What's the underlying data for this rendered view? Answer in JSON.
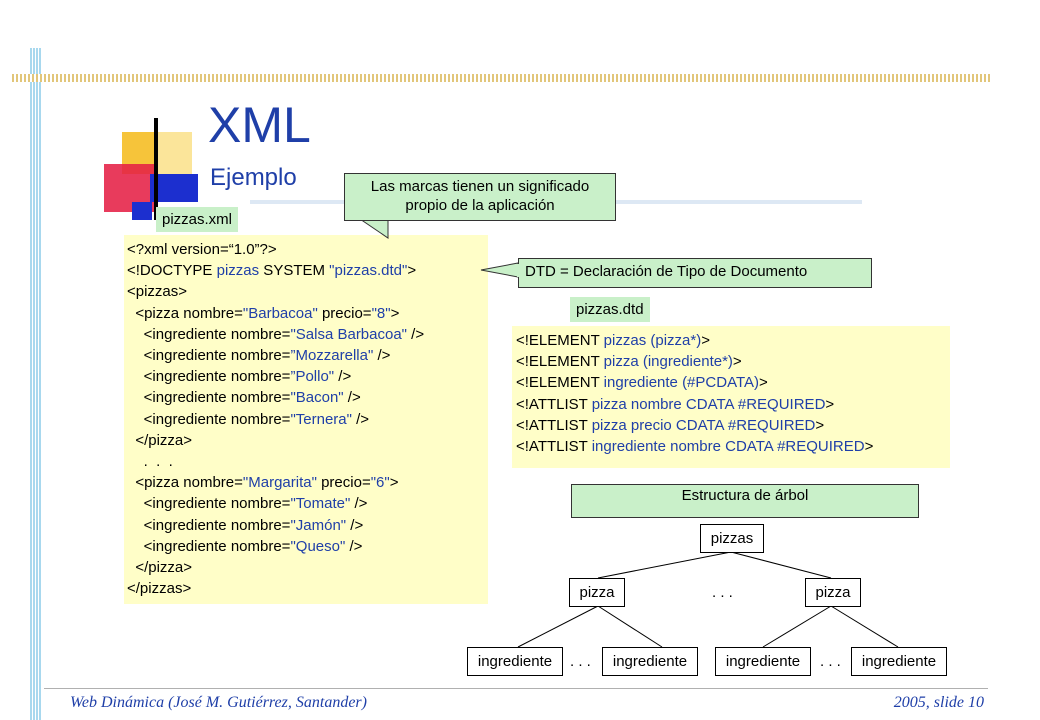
{
  "slide": {
    "title": "XML",
    "subtitle": "Ejemplo",
    "footer_left": "Web Dinámica (José M. Gutiérrez, Santander)",
    "footer_right": "2005, slide 10"
  },
  "xml_file": {
    "label": "pizzas.xml",
    "lines": [
      [
        {
          "t": "<?xml version=“1.0”?>",
          "b": false
        }
      ],
      [
        {
          "t": "<!DOCTYPE ",
          "b": false
        },
        {
          "t": "pizzas",
          "b": true
        },
        {
          "t": " SYSTEM ",
          "b": false
        },
        {
          "t": "\"pizzas.dtd\"",
          "b": true
        },
        {
          "t": ">",
          "b": false
        }
      ],
      [
        {
          "t": "<pizzas>",
          "b": false
        }
      ],
      [
        {
          "t": "  <pizza nombre=",
          "b": false
        },
        {
          "t": "\"Barbacoa\"",
          "b": true
        },
        {
          "t": " precio=",
          "b": false
        },
        {
          "t": "\"8\"",
          "b": true
        },
        {
          "t": ">",
          "b": false
        }
      ],
      [
        {
          "t": "    <ingrediente nombre=",
          "b": false
        },
        {
          "t": "\"Salsa Barbacoa\"",
          "b": true
        },
        {
          "t": " />",
          "b": false
        }
      ],
      [
        {
          "t": "    <ingrediente nombre=",
          "b": false
        },
        {
          "t": "”Mozzarella\"",
          "b": true
        },
        {
          "t": " />",
          "b": false
        }
      ],
      [
        {
          "t": "    <ingrediente nombre=",
          "b": false
        },
        {
          "t": "”Pollo\"",
          "b": true
        },
        {
          "t": " />",
          "b": false
        }
      ],
      [
        {
          "t": "    <ingrediente nombre=",
          "b": false
        },
        {
          "t": "\"Bacon\"",
          "b": true
        },
        {
          "t": " />",
          "b": false
        }
      ],
      [
        {
          "t": "    <ingrediente nombre=",
          "b": false
        },
        {
          "t": "\"Ternera\"",
          "b": true
        },
        {
          "t": " />",
          "b": false
        }
      ],
      [
        {
          "t": "  </pizza>",
          "b": false
        }
      ],
      [
        {
          "t": "    .  .  .",
          "b": false
        }
      ],
      [
        {
          "t": "  <pizza nombre=",
          "b": false
        },
        {
          "t": "\"Margarita\"",
          "b": true
        },
        {
          "t": " precio=",
          "b": false
        },
        {
          "t": "\"6\"",
          "b": true
        },
        {
          "t": ">",
          "b": false
        }
      ],
      [
        {
          "t": "    <ingrediente nombre=",
          "b": false
        },
        {
          "t": "\"Tomate\"",
          "b": true
        },
        {
          "t": " />",
          "b": false
        }
      ],
      [
        {
          "t": "    <ingrediente nombre=",
          "b": false
        },
        {
          "t": "\"Jamón\"",
          "b": true
        },
        {
          "t": " />",
          "b": false
        }
      ],
      [
        {
          "t": "    <ingrediente nombre=",
          "b": false
        },
        {
          "t": "\"Queso\"",
          "b": true
        },
        {
          "t": " />",
          "b": false
        }
      ],
      [
        {
          "t": "  </pizza>",
          "b": false
        }
      ],
      [
        {
          "t": "</pizzas>",
          "b": false
        }
      ]
    ]
  },
  "dtd_file": {
    "label": "pizzas.dtd",
    "lines": [
      [
        {
          "t": "<!ELEMENT ",
          "b": false
        },
        {
          "t": "pizzas (pizza*)",
          "b": true
        },
        {
          "t": ">",
          "b": false
        }
      ],
      [
        {
          "t": "<!ELEMENT ",
          "b": false
        },
        {
          "t": "pizza (ingrediente*)",
          "b": true
        },
        {
          "t": ">",
          "b": false
        }
      ],
      [
        {
          "t": "<!ELEMENT ",
          "b": false
        },
        {
          "t": "ingrediente (#PCDATA)",
          "b": true
        },
        {
          "t": ">",
          "b": false
        }
      ],
      [
        {
          "t": "<!ATTLIST ",
          "b": false
        },
        {
          "t": "pizza nombre CDATA #REQUIRED",
          "b": true
        },
        {
          "t": ">",
          "b": false
        }
      ],
      [
        {
          "t": "<!ATTLIST ",
          "b": false
        },
        {
          "t": "pizza precio CDATA #REQUIRED",
          "b": true
        },
        {
          "t": ">",
          "b": false
        }
      ],
      [
        {
          "t": "<!ATTLIST ",
          "b": false
        },
        {
          "t": "ingrediente nombre CDATA #REQUIRED",
          "b": true
        },
        {
          "t": ">",
          "b": false
        }
      ]
    ]
  },
  "callouts": {
    "marcas_line1": "Las marcas tienen un significado",
    "marcas_line2": "propio de la aplicación",
    "dtd": "DTD = Declaración de Tipo de Documento"
  },
  "tree": {
    "header": "Estructura de árbol",
    "root": "pizzas",
    "child": "pizza",
    "leaf": "ingrediente",
    "ellipsis": ". . ."
  },
  "colors": {
    "accent_blue": "#1f3fa8",
    "code_bg": "#fffec8",
    "label_bg": "#c9f0c9"
  }
}
